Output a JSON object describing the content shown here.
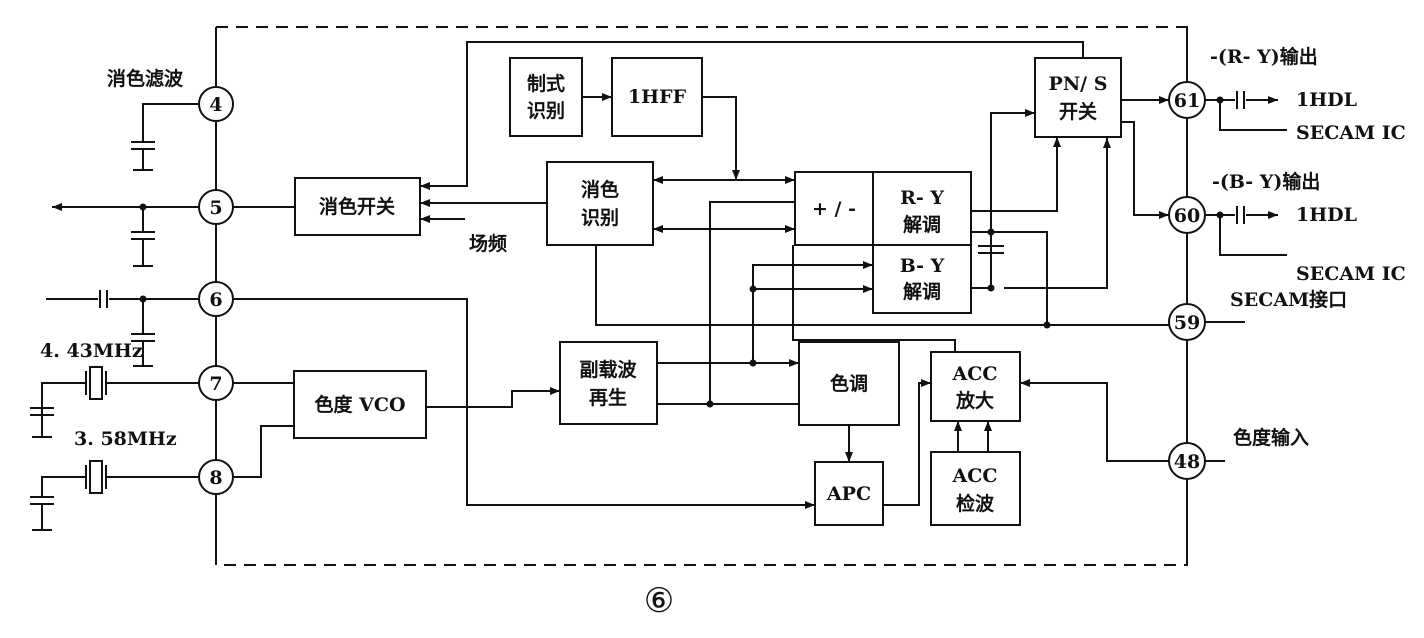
{
  "pins": [
    {
      "id": "4",
      "label": "4"
    },
    {
      "id": "5",
      "label": "5"
    },
    {
      "id": "6",
      "label": "6"
    },
    {
      "id": "7",
      "label": "7"
    },
    {
      "id": "8",
      "label": "8"
    },
    {
      "id": "61",
      "label": "61"
    },
    {
      "id": "60",
      "label": "60"
    },
    {
      "id": "59",
      "label": "59"
    },
    {
      "id": "48",
      "label": "48"
    }
  ],
  "blocks": {
    "killer_switch": [
      "消色开关"
    ],
    "system_ident": [
      "制式",
      "识别"
    ],
    "hff": [
      "1HFF"
    ],
    "killer_ident": [
      "消色",
      "识别"
    ],
    "pm_switch": [
      "+ / -"
    ],
    "ry_demod": [
      "R- Y",
      "解调"
    ],
    "by_demod": [
      "B- Y",
      "解调"
    ],
    "pn_s_switch": [
      "PN/ S",
      "开关"
    ],
    "chroma_vco": [
      "色度 VCO"
    ],
    "subcarrier_regen": [
      "副载波",
      "再生"
    ],
    "hue": [
      "色调"
    ],
    "apc": [
      "APC"
    ],
    "acc_amp": [
      "ACC",
      "放大"
    ],
    "acc_det": [
      "ACC",
      "检波"
    ]
  },
  "labels": {
    "killer_filter": "消色滤波",
    "field_freq": "场频",
    "xtal_443": "4. 43MHz",
    "xtal_358": "3. 58MHz",
    "ry_out": "-(R- Y)输出",
    "by_out": "-(B- Y)输出",
    "hdl_1": "1HDL",
    "secam_ic_1": "SECAM IC",
    "hdl_2": "1HDL",
    "secam_ic_2": "SECAM IC",
    "secam_interface": "SECAM接口",
    "chroma_input": "色度输入",
    "figure_number": "⑥"
  }
}
